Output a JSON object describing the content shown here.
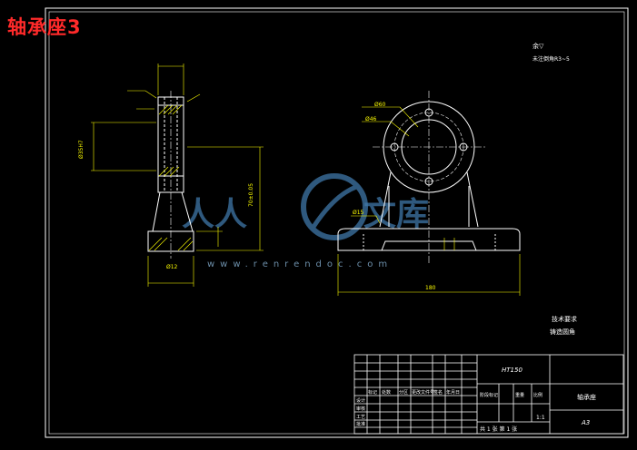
{
  "title": "轴承座3",
  "notes": {
    "roughness_mark": "余▽",
    "tech_req_small": "未注倒角R3~5",
    "tech_req_title": "技术要求",
    "casting": "铸造圆角"
  },
  "dimensions": {
    "bore_fit": "Ø35H7",
    "outer_dia": "Ø60",
    "inner_dia": "Ø46",
    "base_dia": "Ø12",
    "hole_dia": "Ø15",
    "height": "70±0.05",
    "length": "180"
  },
  "watermark": {
    "site": "www.renrendoc.com",
    "brand_left": "人人",
    "brand_right": "文库"
  },
  "title_block": {
    "material": "HT150",
    "part_name": "轴承座",
    "sheet_size": "A3",
    "scale": "1:1",
    "col_headers": [
      "标记",
      "处数",
      "分区",
      "更改文件号",
      "签名",
      "年月日"
    ],
    "row_labels": [
      "设计",
      "审核",
      "工艺",
      "批准"
    ],
    "meta_labels": [
      "阶段标记",
      "重量",
      "比例"
    ],
    "sheet_info": "共 1 张   第 1 张"
  },
  "colors": {
    "line": "#ffffff",
    "dimension": "#ffff00",
    "title": "#ff2a2a",
    "watermark": "#4a7fae"
  }
}
